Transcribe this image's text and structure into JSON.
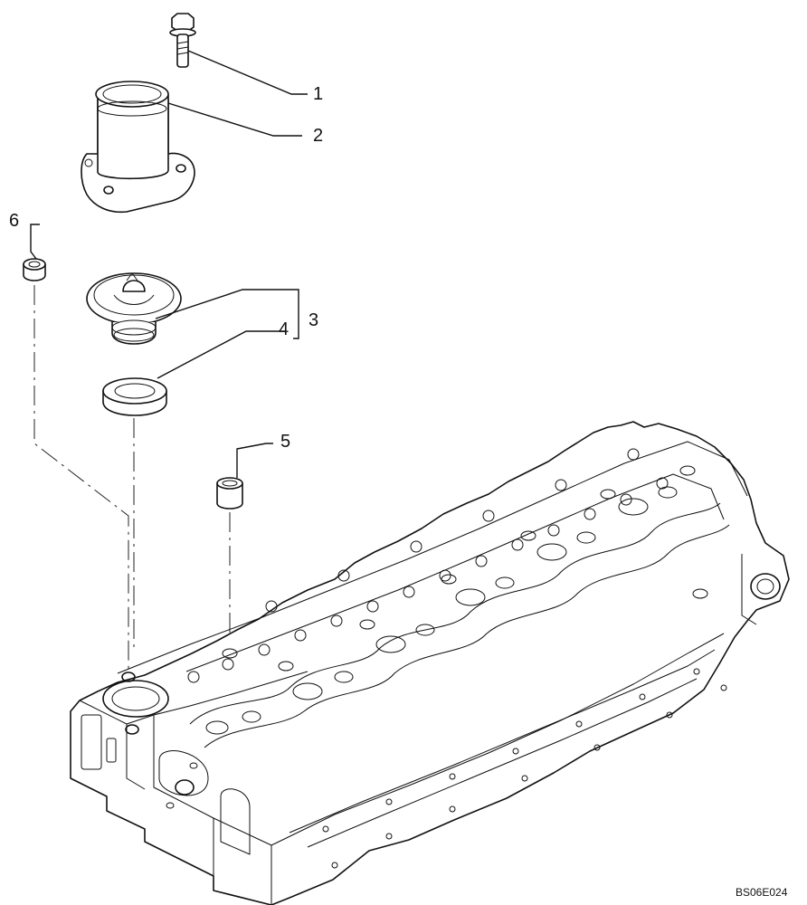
{
  "diagram": {
    "reference_code": "BS06E024",
    "callouts": [
      {
        "id": 1,
        "label": "1"
      },
      {
        "id": 2,
        "label": "2"
      },
      {
        "id": 3,
        "label": "3"
      },
      {
        "id": 4,
        "label": "4"
      },
      {
        "id": 5,
        "label": "5"
      },
      {
        "id": 6,
        "label": "6"
      }
    ],
    "line_color": "#111111",
    "background": "#ffffff"
  }
}
